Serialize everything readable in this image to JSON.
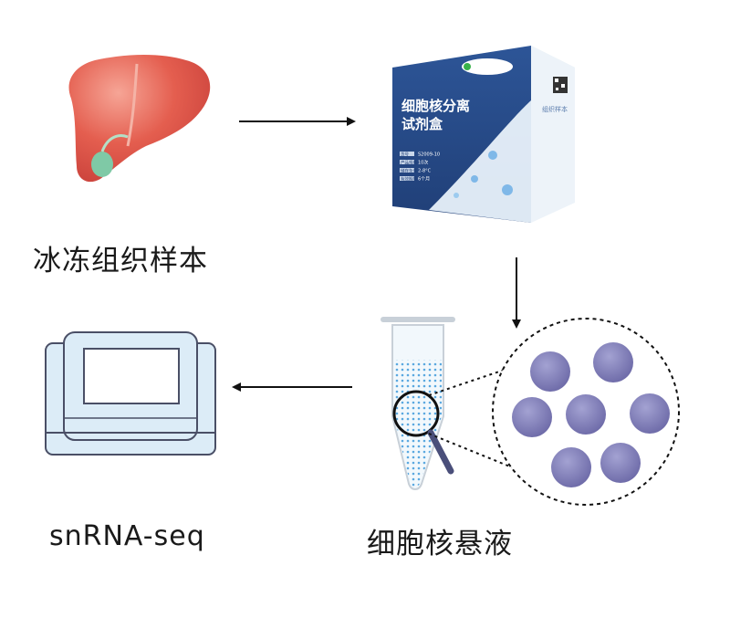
{
  "labels": {
    "tissue": "冰冻组织样本",
    "nuclei": "细胞核悬液",
    "seq": "snRNA-seq"
  },
  "kit": {
    "title_line1": "细胞核分离",
    "title_line2": "试剂盒",
    "side_text": "组织样本",
    "spec_keys": [
      "货号",
      "产品规格",
      "储存条件",
      "有效期限"
    ],
    "spec_values": [
      "S2009-10",
      "10次",
      "2-8°C",
      "6个月"
    ]
  },
  "colors": {
    "liver": "#e0574a",
    "liver_light": "#f2a08e",
    "gallbladder": "#7fc9a6",
    "box_blue": "#2b4d8c",
    "tube_dots": "#6fb6e8",
    "nucleus": "#7e7cb5",
    "monitor": "#d6e9f5"
  },
  "icons": [
    "liver-icon",
    "kit-box-icon",
    "tube-icon",
    "magnifier-icon",
    "monitor-icon",
    "nucleus-icon"
  ]
}
